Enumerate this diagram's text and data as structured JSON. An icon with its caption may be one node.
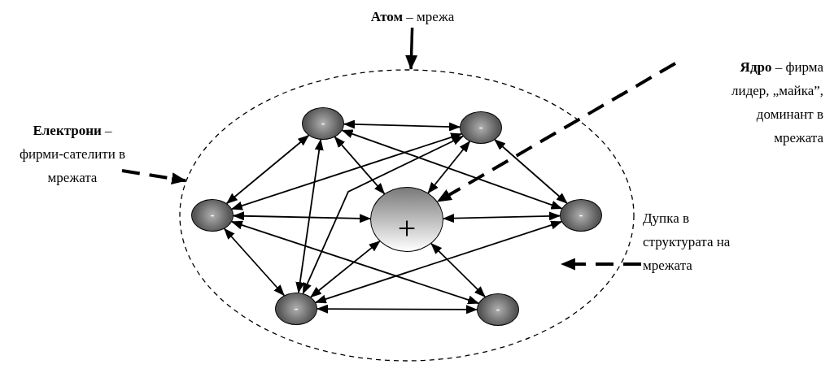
{
  "diagram": {
    "nodes": [
      {
        "text": [
          "**Атом** – мрежа"
        ]
      },
      {
        "text": [],
        "shape": "ellipse"
      },
      {
        "text": [
          "**Електрони** – фирми-сателити в мрежата"
        ]
      },
      {
        "text": [
          "**Ядро** – фирма лидер, „майка”, доминант в мрежата"
        ]
      },
      {
        "text": [
          "-"
        ],
        "in": 1
      },
      {
        "text": [
          "-"
        ],
        "in": 1
      },
      {
        "text": [
          "-"
        ],
        "in": 1
      },
      {
        "text": [
          "+"
        ],
        "in": 1
      },
      {
        "text": [
          "-"
        ],
        "in": 1
      },
      {
        "text": [
          "-"
        ],
        "in": 1
      },
      {
        "text": [
          "-"
        ],
        "in": 1
      },
      {
        "text": [
          "Дупка в структурата на мрежата"
        ]
      }
    ],
    "edges": [
      {
        "from": 4,
        "to": 5,
        "arrow": "both"
      },
      {
        "from": 4,
        "to": 8,
        "arrow": "both"
      },
      {
        "from": 4,
        "to": 7,
        "arrow": "both"
      },
      {
        "from": 4,
        "to": 6,
        "arrow": "both"
      },
      {
        "from": 4,
        "to": 9,
        "arrow": "both"
      },
      {
        "from": 6,
        "to": 5,
        "arrow": "both"
      },
      {
        "from": 6,
        "to": 7,
        "arrow": "both"
      },
      {
        "from": 9,
        "to": 5,
        "arrow": "both"
      },
      {
        "from": 6,
        "to": 10,
        "arrow": "both"
      },
      {
        "from": 6,
        "to": 9,
        "arrow": "both"
      },
      {
        "from": 9,
        "to": 7,
        "arrow": "both"
      },
      {
        "from": 9,
        "to": 8,
        "arrow": "both"
      },
      {
        "from": 9,
        "to": 10,
        "arrow": "both"
      },
      {
        "from": 5,
        "to": 7,
        "arrow": "both"
      },
      {
        "from": 5,
        "to": 8,
        "arrow": "both"
      },
      {
        "from": 7,
        "to": 8,
        "arrow": "both"
      },
      {
        "from": 7,
        "to": 10,
        "arrow": "both"
      },
      {
        "from": 0,
        "to": 1,
        "arrow": "to",
        "style": "thick"
      },
      {
        "from": 2,
        "to": 1,
        "arrow": "to",
        "style": "dashed"
      },
      {
        "from": 3,
        "to": 7,
        "arrow": "to",
        "style": "dashed"
      },
      {
        "from": 11,
        "to": null,
        "arrow": "to",
        "style": "dashed"
      }
    ]
  }
}
